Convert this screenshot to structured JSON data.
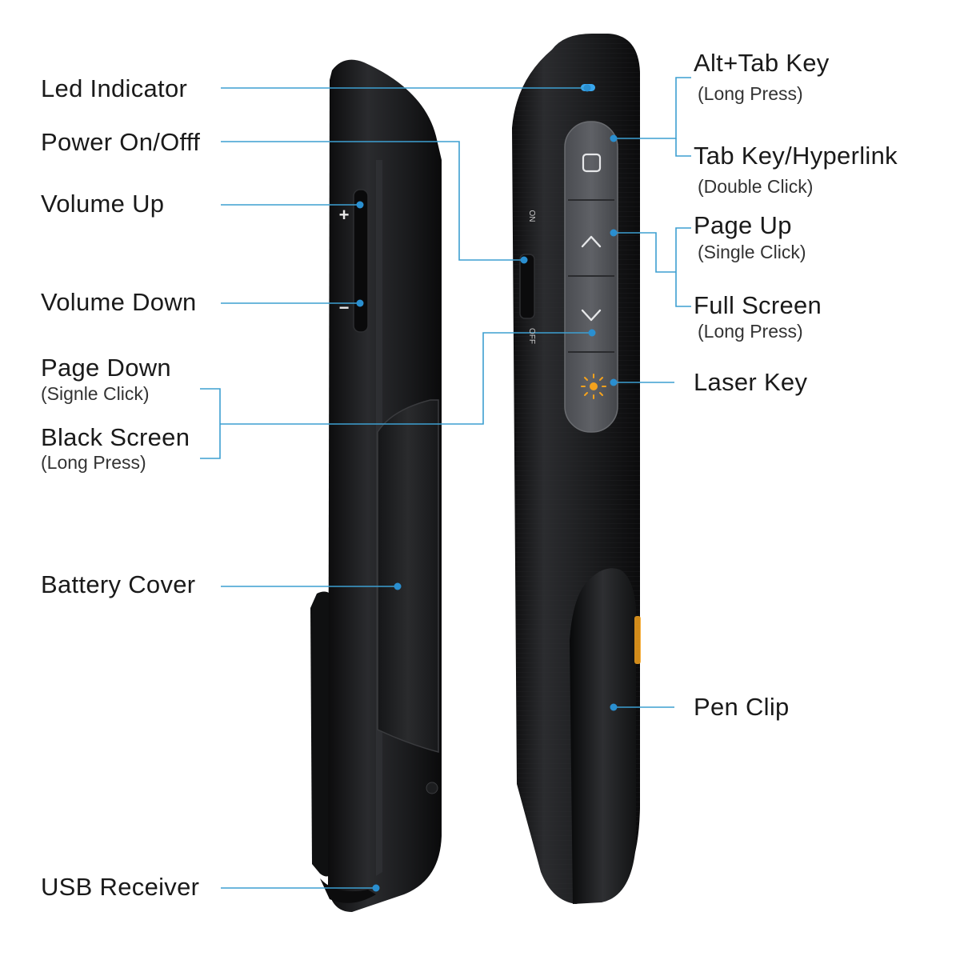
{
  "colors": {
    "callout_line": "#3d9fd1",
    "callout_dot": "#2a8fd0",
    "device_body": "#1b1c1e",
    "button_panel": "#55575c",
    "laser_accent": "#f4a21d",
    "led": "#39a7ee"
  },
  "left_labels": {
    "led_indicator": "Led Indicator",
    "power": "Power On/Offf",
    "volume_up": "Volume Up",
    "volume_down": "Volume Down",
    "page_down": "Page Down",
    "page_down_note": "(Signle Click)",
    "black_screen": "Black Screen",
    "black_screen_note": "(Long Press)",
    "battery_cover": "Battery Cover",
    "usb_receiver": "USB Receiver"
  },
  "right_labels": {
    "alt_tab": "Alt+Tab Key",
    "alt_tab_note": "(Long Press)",
    "tab_key": "Tab Key/Hyperlink",
    "tab_key_note": "(Double Click)",
    "page_up": "Page Up",
    "page_up_note": "(Single Click)",
    "full_screen": "Full Screen",
    "full_screen_note": "(Long Press)",
    "laser_key": "Laser Key",
    "pen_clip": "Pen Clip"
  },
  "device_marks": {
    "plus": "+",
    "minus": "−",
    "switch_on": "ON",
    "switch_off": "OFF"
  },
  "icons": {
    "window_button": "window-square-icon",
    "up_button": "chevron-up-icon",
    "down_button": "chevron-down-icon",
    "laser_button": "sun-laser-icon"
  }
}
